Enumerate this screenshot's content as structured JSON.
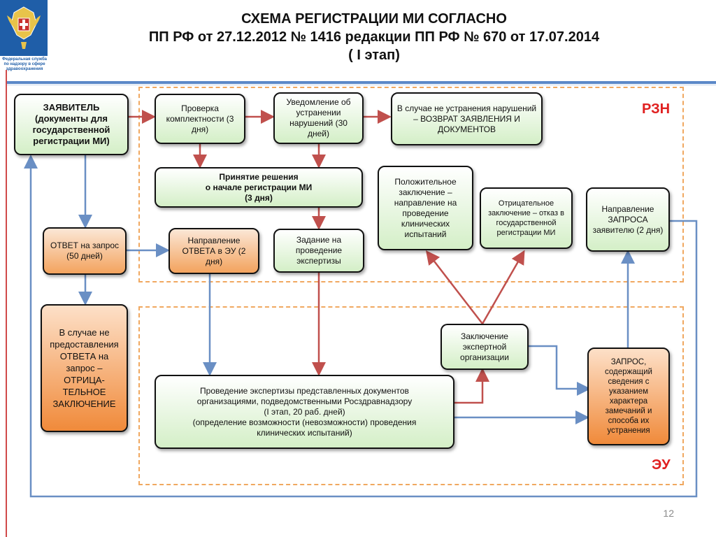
{
  "logo": {
    "caption": "Федеральная служба по надзору в сфере здравоохранения"
  },
  "title": {
    "line1": "СХЕМА РЕГИСТРАЦИИ МИ СОГЛАСНО",
    "line2": "ПП РФ от 27.12.2012 № 1416 редакции ПП РФ № 670 от 17.07.2014",
    "line3": "( I этап)"
  },
  "regions": {
    "rzn": "РЗН",
    "eu": "ЭУ"
  },
  "boxes": {
    "applicant": "ЗАЯВИТЕЛЬ (документы для государственной регистрации МИ)",
    "check": "Проверка комплектности (3 дня)",
    "notice": "Уведомление об устранении нарушений (30 дней)",
    "return": "В случае не устранения нарушений – ВОЗВРАТ ЗАЯВЛЕНИЯ И ДОКУМЕНТОВ",
    "decision_line1": "Принятие решения",
    "decision_line2": "о начале регистрации МИ",
    "decision_line3": "(3 дня)",
    "positive": "Положительное заключение – направление на проведение клинических испытаний",
    "negative": "Отрицательное заключение – отказ в государственной регистрации МИ",
    "request_dir": "Направление ЗАПРОСА заявителю (2 дня)",
    "answer": "ОТВЕТ на запрос (50 дней)",
    "answer_dir": "Направление ОТВЕТА в ЭУ (2 дня)",
    "task": "Задание на проведение экспертизы",
    "no_answer": "В случае не предоставления ОТВЕТА на запрос – ОТРИЦА-ТЕЛЬНОЕ ЗАКЛЮЧЕНИЕ",
    "expert_conclusion": "Заключение экспертной организации",
    "request_eu": "ЗАПРОС, содержащий сведения с указанием характера замечаний и способа их устранения",
    "exam_line1": "Проведение экспертизы представленных документов",
    "exam_line2": "организациями, подведомственными Росздравнадзору",
    "exam_line3": "(I этап, 20 раб. дней)",
    "exam_line4": "(определение возможности (невозможности) проведения",
    "exam_line5": "клинических испытаний)"
  },
  "page_number": "12",
  "colors": {
    "red_arrow": "#c0504d",
    "blue_arrow": "#6a8fc4",
    "dash": "#f0a860"
  }
}
